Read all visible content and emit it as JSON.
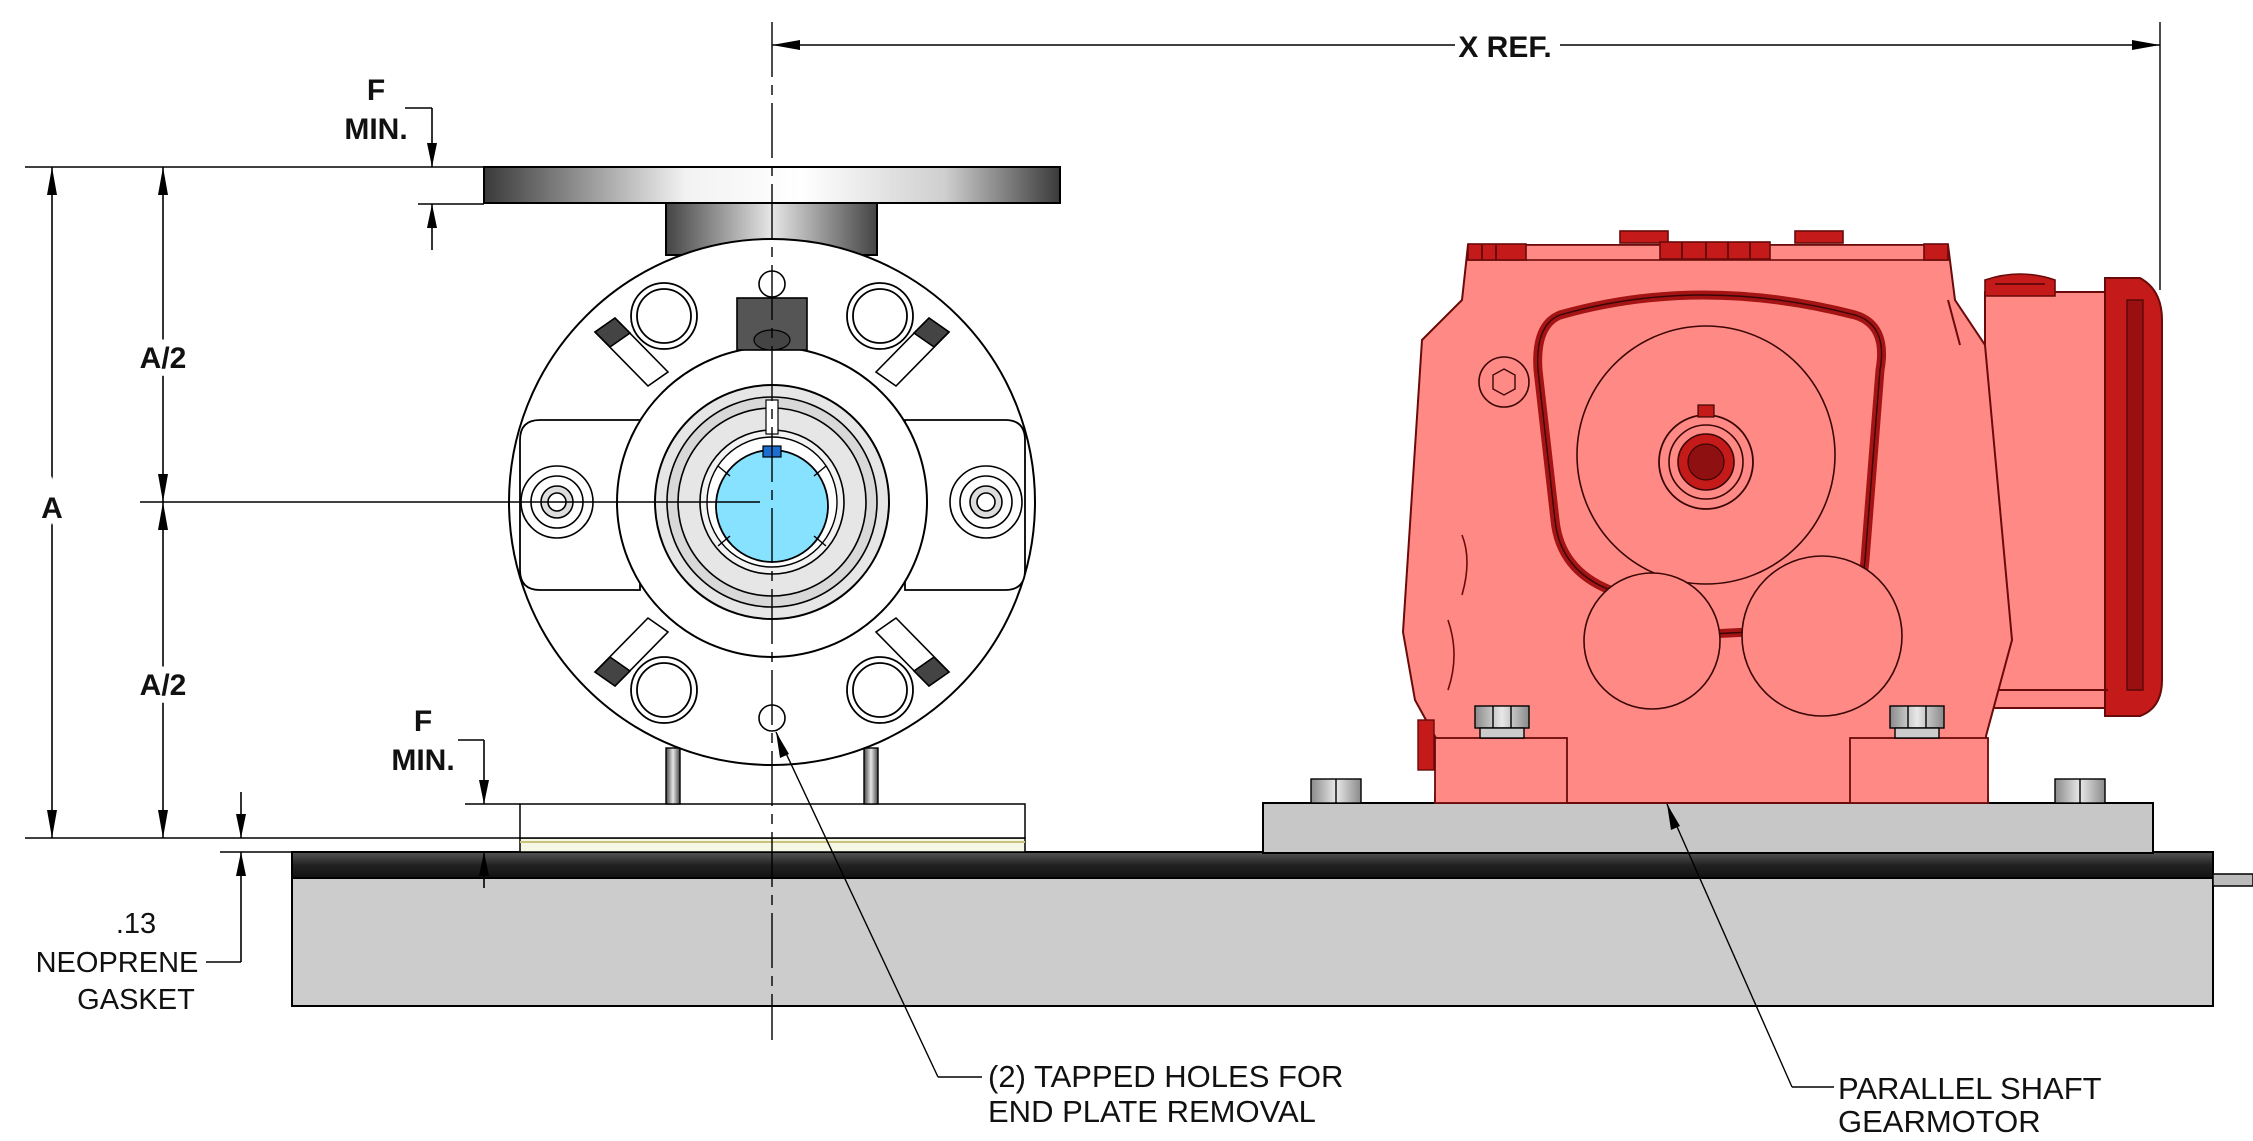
{
  "labels": {
    "x_ref": "X REF.",
    "a": "A",
    "a_half_top": "A/2",
    "a_half_bottom": "A/2",
    "f_top_line1": "F",
    "f_top_line2": "MIN.",
    "f_bottom_line1": "F",
    "f_bottom_line2": "MIN.",
    "gasket_line1": ".13",
    "gasket_line2": "NEOPRENE",
    "gasket_line3": "GASKET",
    "holes_line1": "(2) TAPPED HOLES FOR",
    "holes_line2": "END PLATE REMOVAL",
    "gearmotor_line1": "PARALLEL SHAFT",
    "gearmotor_line2": "GEARMOTOR"
  },
  "colors": {
    "gearmotor_body": "#ff8a85",
    "gearmotor_dark": "#c41a1a",
    "shaft_blue": "#87e2ff",
    "base_gray": "#cccccc",
    "base_top": "#333333",
    "gasket": "#f7f7e6"
  }
}
